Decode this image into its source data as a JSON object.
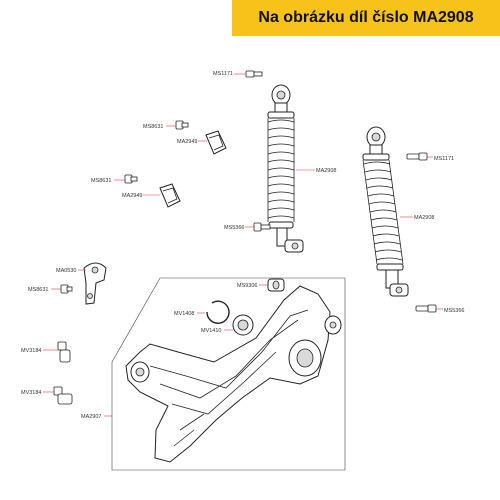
{
  "banner": {
    "title": "Na obrázku díl číslo MA2908",
    "color": "#f7c21a"
  },
  "accent_color": "#e23b3b",
  "labels": {
    "ms1171_top": "MS1171",
    "ms8631_top": "MS8631",
    "ma2949_top": "MA2949",
    "ma2908_left": "MA2908",
    "ms8631_mid": "MS8631",
    "ma2949_mid": "MA2949",
    "ms5366_left": "MS5366",
    "ms1171_right": "MS1171",
    "ma2908_right": "MA2908",
    "ma0530": "MA0530",
    "ms8631_low": "MS8631",
    "ms9306": "MS9306",
    "mv1408": "MV1408",
    "mv1410": "MV1410",
    "ms5366_right": "MS5366",
    "mv3184_a": "MV3184",
    "mv3184_b": "MV3184",
    "ma2907": "MA2907"
  }
}
